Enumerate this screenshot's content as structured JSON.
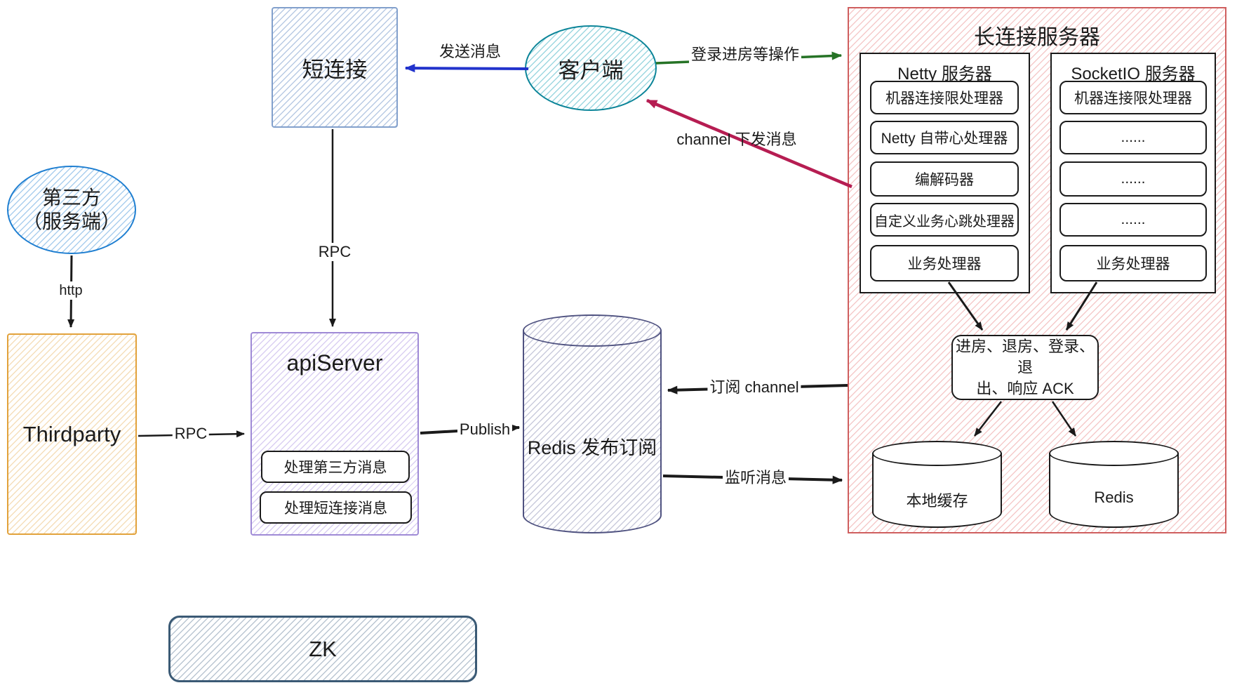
{
  "nodes": {
    "short_conn": {
      "label": "短连接"
    },
    "client": {
      "label": "客户端"
    },
    "third_cloud": {
      "line1": "第三方",
      "line2": "（服务端）"
    },
    "thirdparty": {
      "label": "Thirdparty"
    },
    "api_server": {
      "title": "apiServer",
      "items": [
        "处理第三方消息",
        "处理短连接消息"
      ]
    },
    "redis_pubsub": {
      "label": "Redis 发布订阅"
    },
    "zk": {
      "label": "ZK"
    }
  },
  "long_server": {
    "title": "长连接服务器",
    "netty": {
      "title": "Netty 服务器",
      "items": [
        "机器连接限处理器",
        "Netty 自带心处理器",
        "编解码器",
        "自定义业务心跳处理器",
        "业务处理器"
      ]
    },
    "socketio": {
      "title": "SocketIO 服务器",
      "items": [
        "机器连接限处理器",
        "......",
        "......",
        "......",
        "业务处理器"
      ]
    },
    "ack": {
      "line1": "进房、退房、登录、退",
      "line2": "出、响应 ACK"
    },
    "local_cache": {
      "label": "本地缓存"
    },
    "redis": {
      "label": "Redis"
    }
  },
  "arrows": {
    "send": {
      "label": "发送消息"
    },
    "login_ops": {
      "label": "登录进房等操作"
    },
    "channel_push": {
      "label": "channel 下发消息"
    },
    "http": {
      "label": "http"
    },
    "rpc_vertical": {
      "label": "RPC"
    },
    "rpc_horizontal": {
      "label": "RPC"
    },
    "publish": {
      "label": "Publish"
    },
    "subscribe": {
      "label": "订阅 channel"
    },
    "listen": {
      "label": "监听消息"
    }
  },
  "colors": {
    "blue_arrow": "#2233cc",
    "green_arrow": "#267326",
    "crimson_arrow": "#b61d52",
    "teal_stroke": "#0c8599",
    "pale_blue_stroke": "#82a0cc",
    "cloud_blue_stroke": "#1f7fd1",
    "orange_stroke": "#e2a23b",
    "purple_stroke": "#9f8ad6",
    "slate_stroke": "#4f5280",
    "red_box_stroke": "#cf5f5f",
    "zk_stroke": "#3b5a75",
    "ink": "#1a1a1a"
  }
}
